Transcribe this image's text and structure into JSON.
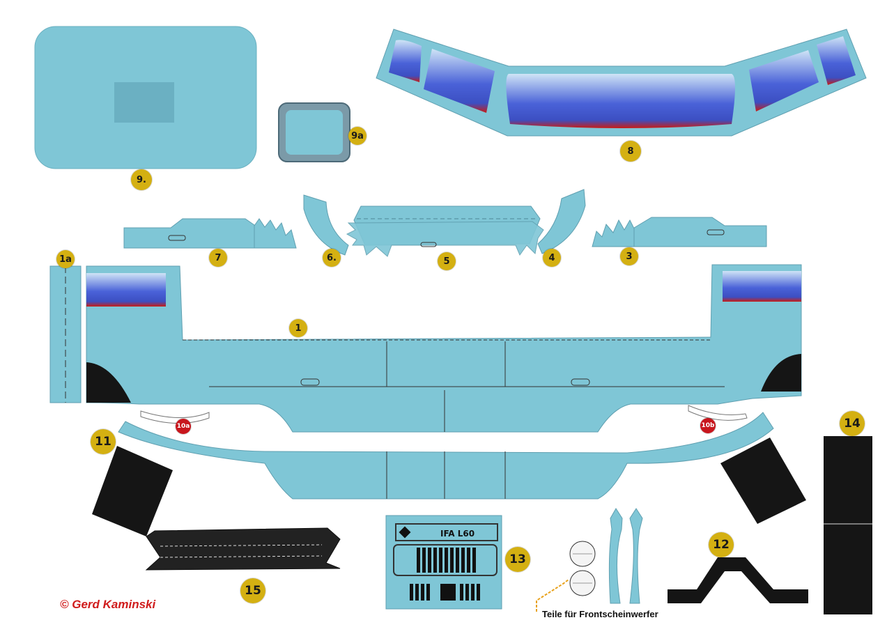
{
  "colors": {
    "paper": "#ffffff",
    "body_blue": "#7fc6d6",
    "window_top": "#cfe4f6",
    "window_mid": "#4a62d8",
    "window_bottom": "#c91c14",
    "rubber_black": "#151515",
    "label_gold": "#d4b012",
    "label_red": "#c8161d",
    "copyright_red": "#d01c1c",
    "arrow_orange": "#e8a21c"
  },
  "part_labels": {
    "p1": "1",
    "p1a": "1a",
    "p3": "3",
    "p4": "4",
    "p5": "5",
    "p6": "6.",
    "p7": "7",
    "p8": "8",
    "p9": "9.",
    "p9a": "9a",
    "p10a": "10a",
    "p10b": "10b",
    "p11": "11",
    "p12": "12",
    "p13": "13",
    "p14": "14",
    "p15": "15"
  },
  "grille": {
    "brand_text": "IFA L60"
  },
  "copyright": "©  Gerd Kaminski",
  "headlight_note": "Teile für Frontscheinwerfer"
}
